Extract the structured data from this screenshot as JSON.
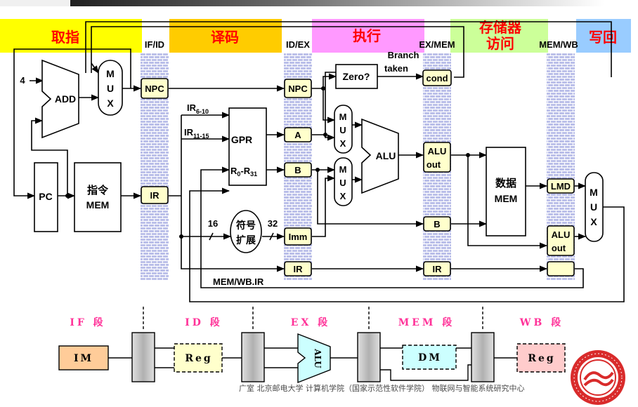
{
  "stages": {
    "fetch": "取指",
    "decode": "译码",
    "execute": "执行",
    "memory": "存储器访问",
    "writeback": "写回"
  },
  "pipeline_registers": {
    "if_id": "IF/ID",
    "id_ex": "ID/EX",
    "ex_mem": "EX/MEM",
    "mem_wb": "MEM/WB"
  },
  "units": {
    "add": "ADD",
    "four": "4",
    "mux": "MUX",
    "pc": "PC",
    "instr_mem_1": "指令",
    "instr_mem_2": "MEM",
    "gpr": "GPR",
    "sign_ext_1": "符号",
    "sign_ext_2": "扩展",
    "zero": "Zero?",
    "branch_1": "Branch",
    "branch_2": "taken",
    "alu": "ALU",
    "data_mem_1": "数据",
    "data_mem_2": "MEM"
  },
  "latches": {
    "npc": "NPC",
    "ir": "IR",
    "a": "A",
    "b": "B",
    "imm": "Imm",
    "cond": "cond",
    "alu_out_1": "ALU",
    "alu_out_2": "out",
    "lmd": "LMD"
  },
  "signals": {
    "ir_6_10": "IR",
    "ir_6_10_sub": "6-10",
    "ir_11_15": "IR",
    "ir_11_15_sub": "11-15",
    "r0": "R",
    "r0_sub": "0",
    "dash": "-R",
    "r31_sub": "31",
    "w16": "16",
    "w32": "32",
    "mem_wb_ir": "MEM/WB.IR"
  },
  "simplified": {
    "if_seg": "IF 段",
    "id_seg": "ID 段",
    "ex_seg": "EX 段",
    "mem_seg": "MEM 段",
    "wb_seg": "WB 段",
    "im": "IM",
    "reg1": "Reg",
    "alu": "ALU",
    "dm": "DM",
    "reg2": "Reg"
  },
  "footer": "广室 北京邮电大学 计算机学院（国家示范性软件学院） 物联网与智能系统研究中心",
  "colors": {
    "fetch_band": "#ffff00",
    "decode_band": "#ffcc00",
    "execute_band": "#ff99ff",
    "memory_band": "#ccff99",
    "writeback_band": "#99ccff",
    "stage_text": "#ff0000",
    "latch_fill": "#ffffcc",
    "segment_text": "#ff3399"
  }
}
